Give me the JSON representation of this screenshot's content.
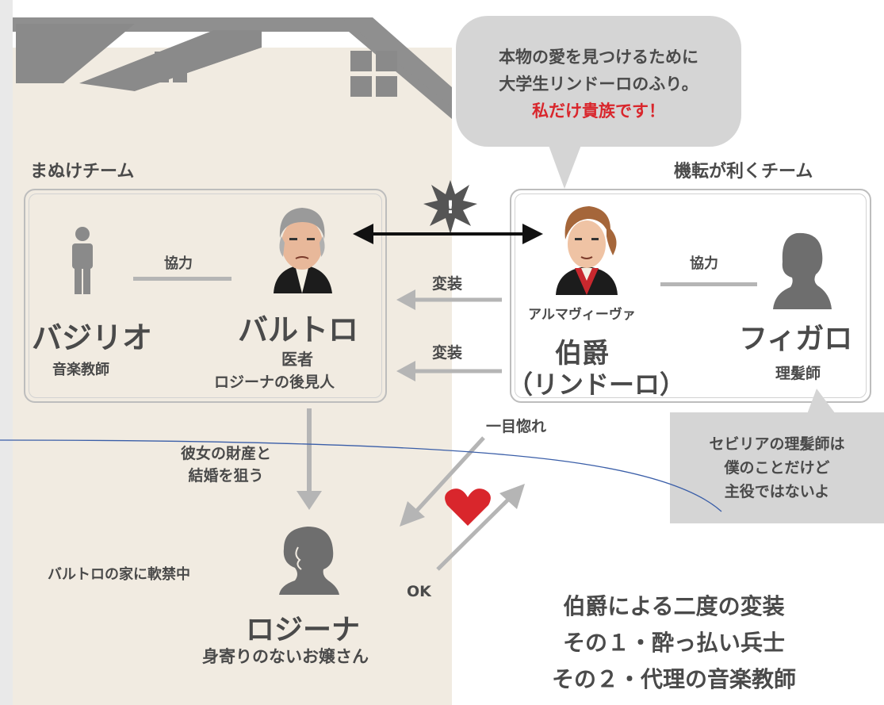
{
  "speech_bubble": {
    "line1": "本物の愛を見つけるために",
    "line2": "大学生リンドーロのふり。",
    "line3": "私だけ貴族です！"
  },
  "teams": {
    "left_title": "まぬけチーム",
    "right_title": "機転が利くチーム"
  },
  "left_team": {
    "cooperate": "協力",
    "basilio_name": "バジリオ",
    "basilio_role": "音楽教師",
    "bartolo_name": "バルトロ",
    "bartolo_role1": "医者",
    "bartolo_role2": "ロジーナの後見人"
  },
  "right_team": {
    "cooperate": "協力",
    "count_small": "アルマヴィーヴァ",
    "count_name": "伯爵",
    "count_alias": "（リンドーロ）",
    "figaro_name": "フィガロ",
    "figaro_role": "理髪師"
  },
  "arrows": {
    "disguise1": "変装",
    "disguise2": "変装",
    "love_at_first_sight": "一目惚れ",
    "ok": "OK",
    "target_line1": "彼女の財産と",
    "target_line2": "結婚を狙う"
  },
  "figaro_bubble": {
    "line1": "セビリアの理髪師は",
    "line2": "僕のことだけど",
    "line3": "主役ではないよ"
  },
  "rosina": {
    "confined": "バルトロの家に軟禁中",
    "name": "ロジーナ",
    "desc": "身寄りのないお嬢さん"
  },
  "summary": {
    "line1": "伯爵による二度の変装",
    "line2": "その１・酔っ払い兵士",
    "line3": "その２・代理の音楽教師"
  },
  "colors": {
    "house_bg": "#f1ebe1",
    "roof": "#8a8a8a",
    "bubble": "#d5d5d5",
    "accent_red": "#d9262c",
    "arrow_gray": "#b5b5b5",
    "text": "#4a4a4a"
  }
}
